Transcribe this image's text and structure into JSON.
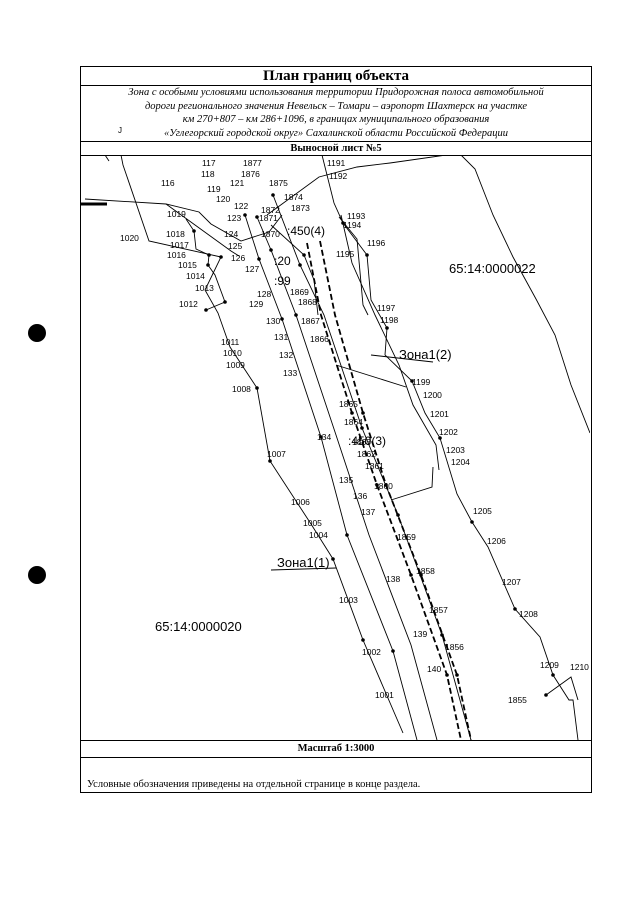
{
  "header": {
    "title": "План границ объекта",
    "description_lines": [
      "Зона с особыми условиями использования территории Придорожная полоса автомобильной",
      "дороги регионального значения Невельск – Томари – аэропорт Шахтерск на участке",
      "км 270+807 – км 286+1096, в границах муниципального образования",
      "«Углегорский городской округ» Сахалинской области Российской Федерации"
    ],
    "sheet": "Выносной лист №5"
  },
  "map": {
    "parcels": [
      "65:14:0000022",
      "65:14:0000020"
    ],
    "zones": [
      "Зона1(2)",
      "Зона1(1)"
    ],
    "blocks": [
      ":450(4)",
      ":450(3)",
      ":20",
      ":99"
    ],
    "points": {
      "n116": "116",
      "n117": "117",
      "n118": "118",
      "n119": "119",
      "n120": "120",
      "n121": "121",
      "n122": "122",
      "n123": "123",
      "n124": "124",
      "n125": "125",
      "n126": "126",
      "n127": "127",
      "n128": "128",
      "n129": "129",
      "n130": "130",
      "n131": "131",
      "n132": "132",
      "n133": "133",
      "n134": "134",
      "n135": "135",
      "n136": "136",
      "n137": "137",
      "n138": "138",
      "n139": "139",
      "n140": "140",
      "n1001": "1001",
      "n1002": "1002",
      "n1003": "1003",
      "n1004": "1004",
      "n1005": "1005",
      "n1006": "1006",
      "n1007": "1007",
      "n1008": "1008",
      "n1009": "1009",
      "n1010": "1010",
      "n1011": "1011",
      "n1012": "1012",
      "n1013": "1013",
      "n1014": "1014",
      "n1015": "1015",
      "n1016": "1016",
      "n1017": "1017",
      "n1018": "1018",
      "n1019": "1019",
      "n1020": "1020",
      "n1191": "1191",
      "n1192": "1192",
      "n1193": "1193",
      "n1194": "1194",
      "n1195": "1195",
      "n1196": "1196",
      "n1197": "1197",
      "n1198": "1198",
      "n1199": "1199",
      "n1200": "1200",
      "n1201": "1201",
      "n1202": "1202",
      "n1203": "1203",
      "n1204": "1204",
      "n1205": "1205",
      "n1206": "1206",
      "n1207": "1207",
      "n1208": "1208",
      "n1209": "1209",
      "n1210": "1210",
      "n1855": "1855",
      "n1856": "1856",
      "n1857": "1857",
      "n1858": "1858",
      "n1859": "1859",
      "n1860": "1860",
      "n1861": "1861",
      "n1862": "1862",
      "n1863": "1863",
      "n1864": "1864",
      "n1865": "1865",
      "n1866": "1866",
      "n1867": "1867",
      "n1868": "1868",
      "n1869": "1869",
      "n1870": "1870",
      "n1871": "1871",
      "n1872": "1872",
      "n1873": "1873",
      "n1874": "1874",
      "n1875": "1875",
      "n1876": "1876",
      "n1877": "1877"
    }
  },
  "scale": "Масштаб 1:3000",
  "legend_note": "Условные обозначения приведены на отдельной странице в конце раздела."
}
